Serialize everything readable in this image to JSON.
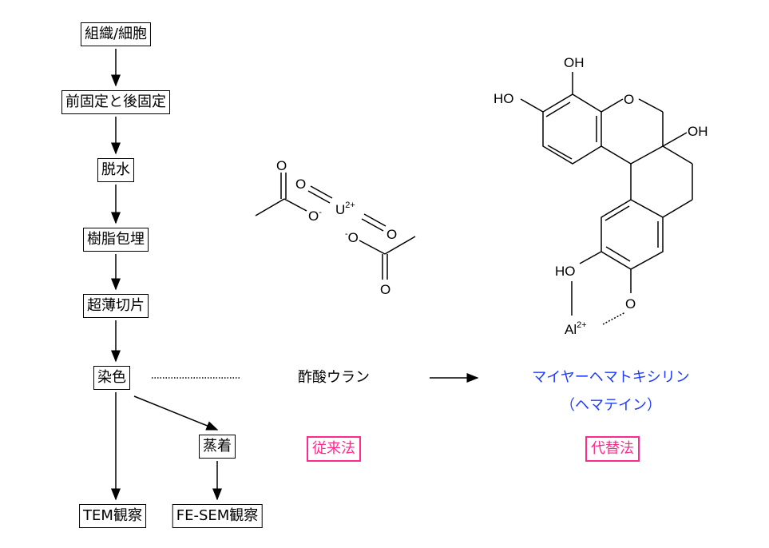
{
  "flow": {
    "steps": [
      "組織/細胞",
      "前固定と後固定",
      "脱水",
      "樹脂包埋",
      "超薄切片",
      "染色"
    ],
    "deposition": "蒸着",
    "tem": "TEM観察",
    "fesem": "FE-SEM観察"
  },
  "conventional": {
    "reagent": "酢酸ウラン",
    "label": "従来法"
  },
  "alternative": {
    "reagent_line1": "マイヤーヘマトキシリン",
    "reagent_line2": "（ヘマテイン）",
    "label": "代替法"
  },
  "uranyl_acetate": {
    "u": "U",
    "u_charge": "2+",
    "o": "O",
    "o_minus": "O",
    "minus": "-"
  },
  "hematein": {
    "oh": "OH",
    "ho": "HO",
    "o": "O",
    "al": "Al",
    "al_charge": "2+"
  },
  "colors": {
    "blue": "#1f3cff",
    "pink": "#ff2a8c"
  }
}
